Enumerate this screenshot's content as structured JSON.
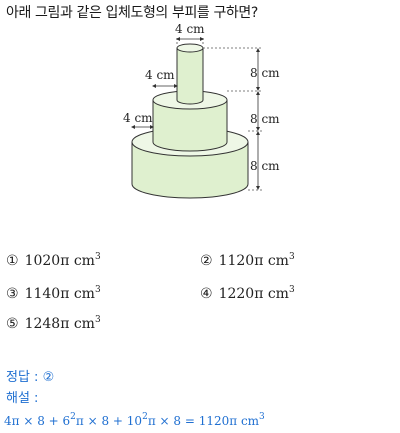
{
  "question": "아래 그림과 같은 입체도형의 부피를 구하면?",
  "figure": {
    "top_width_label": "4 cm",
    "left_labels": [
      "4 cm",
      "4 cm"
    ],
    "height_labels": [
      "8 cm",
      "8 cm",
      "8 cm"
    ],
    "colors": {
      "fill": "#dff0cf",
      "top_fill": "#eef7e6",
      "stroke": "#333333",
      "dashed": "#555555"
    }
  },
  "options": [
    {
      "num": "①",
      "value": "1020π cm",
      "exp": "3"
    },
    {
      "num": "②",
      "value": "1120π cm",
      "exp": "3"
    },
    {
      "num": "③",
      "value": "1140π cm",
      "exp": "3"
    },
    {
      "num": "④",
      "value": "1220π cm",
      "exp": "3"
    },
    {
      "num": "⑤",
      "value": "1248π cm",
      "exp": "3"
    }
  ],
  "answer_label": "정답 : ②",
  "explanation_label": "해설 :",
  "solution": {
    "main": "4π × 8 + 6",
    "e1": "2",
    "mid1": "π × 8 + 10",
    "e2": "2",
    "mid2": "π × 8 = 1120π cm",
    "e3": "3"
  },
  "accent_color": "#1f6fd1"
}
